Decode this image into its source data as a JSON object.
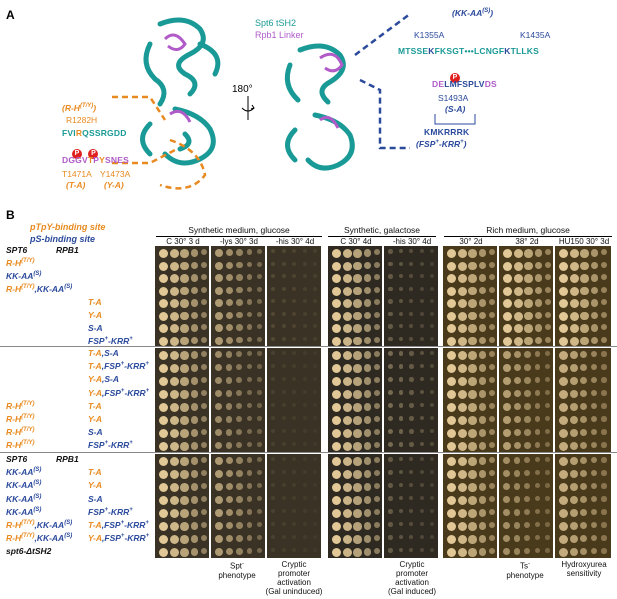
{
  "panel_a": {
    "letter": "A",
    "legend_top": "Spt6 tSH2",
    "legend_bottom": "Rpb1 Linker",
    "rotation": "180°",
    "left_labels": {
      "rh_label": "(R-H",
      "rh_sup": "(T/Y)",
      "rh_close": ")",
      "r1282h": "R1282H",
      "seq1_pre": "FVI",
      "seq1_r": "R",
      "seq1_post": "QSSRGDD",
      "p1": "P",
      "p2": "P",
      "seq2_pre": "DGGV",
      "seq2_t": "T",
      "seq2_p": "P",
      "seq2_y": "Y",
      "seq2_post": "SNES",
      "t1471a": "T1471A",
      "ta": "(T-A)",
      "y1473a": "Y1473A",
      "ya": "(Y-A)"
    },
    "right_labels": {
      "kkaa_open": "(KK-AA",
      "kkaa_sup": "(S)",
      "kkaa_close": ")",
      "k1355a": "K1355A",
      "k1435a": "K1435A",
      "seq3_a": "MTSSE",
      "seq3_k": "K",
      "seq3_b": "FKSGT",
      "seq3_dots": "•••",
      "seq3_c": "LCNGF",
      "seq3_k2": "K",
      "seq3_d": "TLLKS",
      "p3": "P",
      "seq4_a": "DE",
      "seq4_b": "LMF",
      "seq4_s": "S",
      "seq4_c": "PLV",
      "seq4_d": "DS",
      "s1493a": "S1493A",
      "sa": "(S-A)",
      "kmk": "KMKRRRK",
      "fsp_open": "(FSP",
      "fsp_sup": "+",
      "fsp_mid": "-KRR",
      "fsp_sup2": "+",
      "fsp_close": ")"
    }
  },
  "panel_b": {
    "letter": "B",
    "legend_ptpy": "pTpY-binding site",
    "legend_ps": "pS-binding site",
    "col_spt6": "SPT6",
    "col_rpb1": "RPB1",
    "group_headers": [
      "Synthetic medium, glucose",
      "Synthetic, galactose",
      "Rich medium, glucose"
    ],
    "conditions": [
      "C 30° 3 d",
      "-lys 30° 3d",
      "-his 30° 4d",
      "C 30° 4d",
      "-his 30° 4d",
      "30° 2d",
      "38° 2d",
      "HU150 30° 3d"
    ],
    "footers": {
      "spt": "Spt",
      "spt_sup": "-",
      "spt_line2": "phenotype",
      "cryptic1": [
        "Cryptic",
        "promoter",
        "activation",
        "(Gal uninduced)"
      ],
      "cryptic2": [
        "Cryptic",
        "promoter",
        "activation",
        "(Gal induced)"
      ],
      "ts": "Ts",
      "ts_sup": "-",
      "ts_line2": "phenotype",
      "hu": [
        "Hydroxyurea",
        "sensitivity"
      ]
    },
    "rows_group1": [
      {
        "spt6": "SPT6",
        "rpb1": "RPB1",
        "header": true
      },
      {
        "spt6": "R-H",
        "spt6_sup": "(T/Y)",
        "spt6_color": "orange"
      },
      {
        "spt6": "KK-AA",
        "spt6_sup": "(S)",
        "spt6_color": "blue"
      },
      {
        "spt6": "R-H",
        "spt6_sup": "(T/Y)",
        "spt6_color": "orange",
        "spt6_b": ",KK-AA",
        "spt6_b_sup": "(S)",
        "spt6_b_color": "blue"
      },
      {
        "rpb1": "T-A",
        "rpb1_color": "orange"
      },
      {
        "rpb1": "Y-A",
        "rpb1_color": "orange"
      },
      {
        "rpb1": "S-A",
        "rpb1_color": "blue"
      },
      {
        "rpb1": "FSP",
        "rpb1_sup": "+",
        "rpb1_b": "-KRR",
        "rpb1_b_sup": "+",
        "rpb1_color": "blue"
      }
    ],
    "rows_group2": [
      {
        "rpb1": "T-A",
        "rpb1_color": "orange",
        "rpb1_b": ",S-A",
        "rpb1_b_color": "blue"
      },
      {
        "rpb1": "T-A",
        "rpb1_color": "orange",
        "rpb1_b": ",FSP",
        "rpb1_b_sup": "+",
        "rpb1_c": "-KRR",
        "rpb1_c_sup": "+",
        "rpb1_b_color": "blue"
      },
      {
        "rpb1": "Y-A",
        "rpb1_color": "orange",
        "rpb1_b": ",S-A",
        "rpb1_b_color": "blue"
      },
      {
        "rpb1": "Y-A",
        "rpb1_color": "orange",
        "rpb1_b": ",FSP",
        "rpb1_b_sup": "+",
        "rpb1_c": "-KRR",
        "rpb1_c_sup": "+",
        "rpb1_b_color": "blue"
      },
      {
        "spt6": "R-H",
        "spt6_sup": "(T/Y)",
        "spt6_color": "orange",
        "rpb1": "T-A",
        "rpb1_color": "orange"
      },
      {
        "spt6": "R-H",
        "spt6_sup": "(T/Y)",
        "spt6_color": "orange",
        "rpb1": "Y-A",
        "rpb1_color": "orange"
      },
      {
        "spt6": "R-H",
        "spt6_sup": "(T/Y)",
        "spt6_color": "orange",
        "rpb1": "S-A",
        "rpb1_color": "blue"
      },
      {
        "spt6": "R-H",
        "spt6_sup": "(T/Y)",
        "spt6_color": "orange",
        "rpb1": "FSP",
        "rpb1_sup": "+",
        "rpb1_b": "-KRR",
        "rpb1_b_sup": "+",
        "rpb1_color": "blue"
      }
    ],
    "rows_group3": [
      {
        "spt6": "SPT6",
        "rpb1": "RPB1",
        "header": true
      },
      {
        "spt6": "KK-AA",
        "spt6_sup": "(S)",
        "spt6_color": "blue",
        "rpb1": "T-A",
        "rpb1_color": "orange"
      },
      {
        "spt6": "KK-AA",
        "spt6_sup": "(S)",
        "spt6_color": "blue",
        "rpb1": "Y-A",
        "rpb1_color": "orange"
      },
      {
        "spt6": "KK-AA",
        "spt6_sup": "(S)",
        "spt6_color": "blue",
        "rpb1": "S-A",
        "rpb1_color": "blue"
      },
      {
        "spt6": "KK-AA",
        "spt6_sup": "(S)",
        "spt6_color": "blue",
        "rpb1": "FSP",
        "rpb1_sup": "+",
        "rpb1_b": "-KRR",
        "rpb1_b_sup": "+",
        "rpb1_color": "blue"
      },
      {
        "spt6": "R-H",
        "spt6_sup": "(T/Y)",
        "spt6_color": "orange",
        "spt6_b": ",KK-AA",
        "spt6_b_sup": "(S)",
        "spt6_b_color": "blue",
        "rpb1": "T-A",
        "rpb1_color": "orange",
        "rpb1_b": ",FSP",
        "rpb1_b_sup": "+",
        "rpb1_c": "-KRR",
        "rpb1_c_sup": "+",
        "rpb1_b_color": "blue"
      },
      {
        "spt6": "R-H",
        "spt6_sup": "(T/Y)",
        "spt6_color": "orange",
        "spt6_b": ",KK-AA",
        "spt6_b_sup": "(S)",
        "spt6_b_color": "blue",
        "rpb1": "Y-A",
        "rpb1_color": "orange",
        "rpb1_b": ",FSP",
        "rpb1_b_sup": "+",
        "rpb1_c": "-KRR",
        "rpb1_c_sup": "+",
        "rpb1_b_color": "blue"
      },
      {
        "spt6": "spt6-ΔtSH2",
        "header": true
      }
    ],
    "colors": {
      "orange": "#e88a1f",
      "blue": "#2b4a9c",
      "teal": "#1a9a96",
      "purple": "#b05bc8",
      "red_badge": "#e0201f"
    }
  }
}
